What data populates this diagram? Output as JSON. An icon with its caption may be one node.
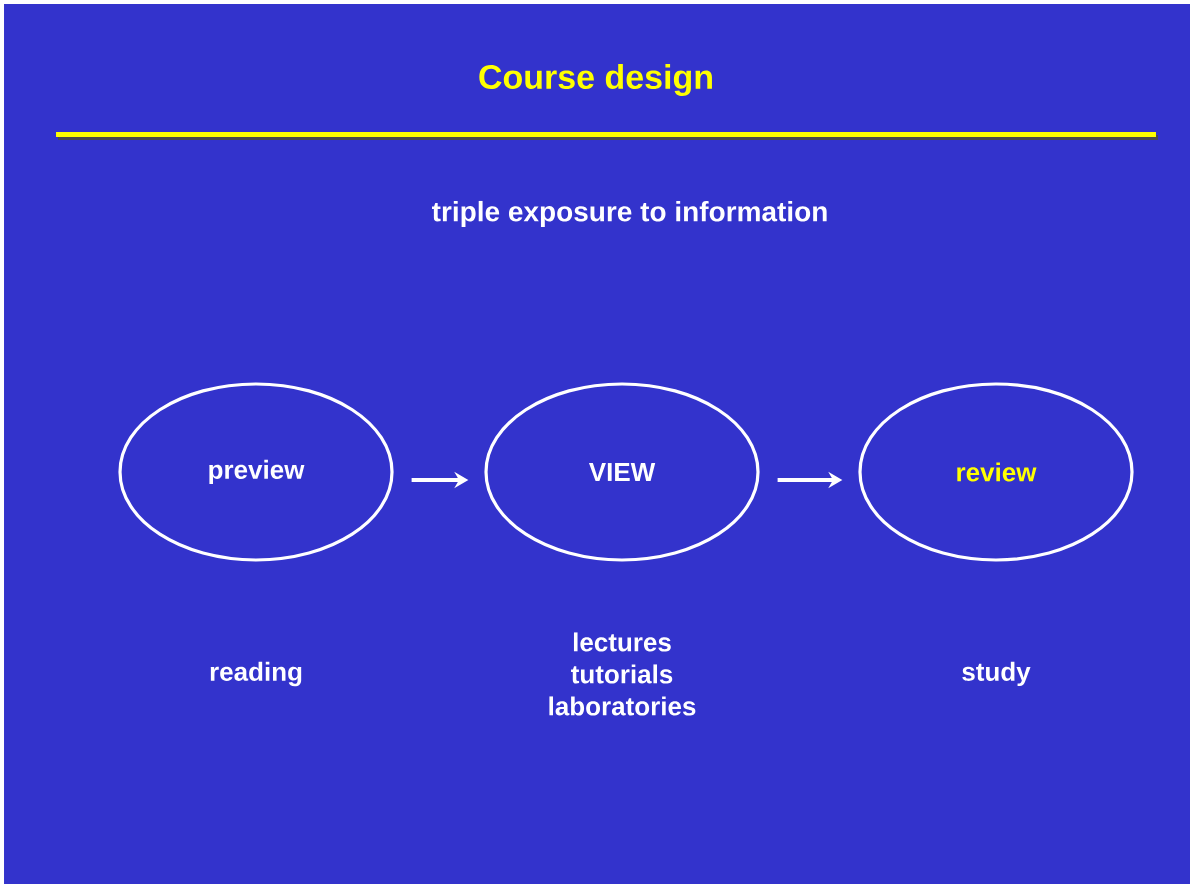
{
  "diagram": {
    "title": "Course design",
    "nodes": [
      {
        "text": [
          "preview"
        ],
        "beside": [
          "reading"
        ]
      },
      {
        "text": [
          "VIEW"
        ],
        "beside": [
          "lectures tutorials laboratories"
        ]
      },
      {
        "text": [
          "review"
        ],
        "beside": [
          "study"
        ]
      }
    ],
    "edges": [
      {
        "from": 0,
        "to": 1,
        "arrow": "to"
      },
      {
        "from": 1,
        "to": 2,
        "arrow": "to"
      }
    ],
    "labels": [
      "triple exposure to information"
    ]
  }
}
